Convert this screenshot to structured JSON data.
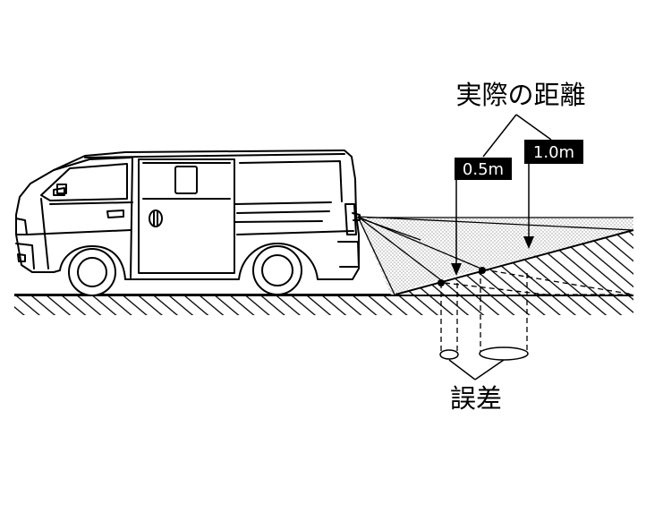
{
  "labels": {
    "actual_distance": "実際の距離",
    "error": "誤差",
    "distance_near": "0.5m",
    "distance_far": "1.0m"
  },
  "colors": {
    "ink": "#000000",
    "paper": "#ffffff",
    "tag_background": "#000000",
    "tag_text": "#ffffff",
    "dot_fill": "#aaaaaa"
  },
  "icons": {
    "vehicle": "van-icon"
  }
}
